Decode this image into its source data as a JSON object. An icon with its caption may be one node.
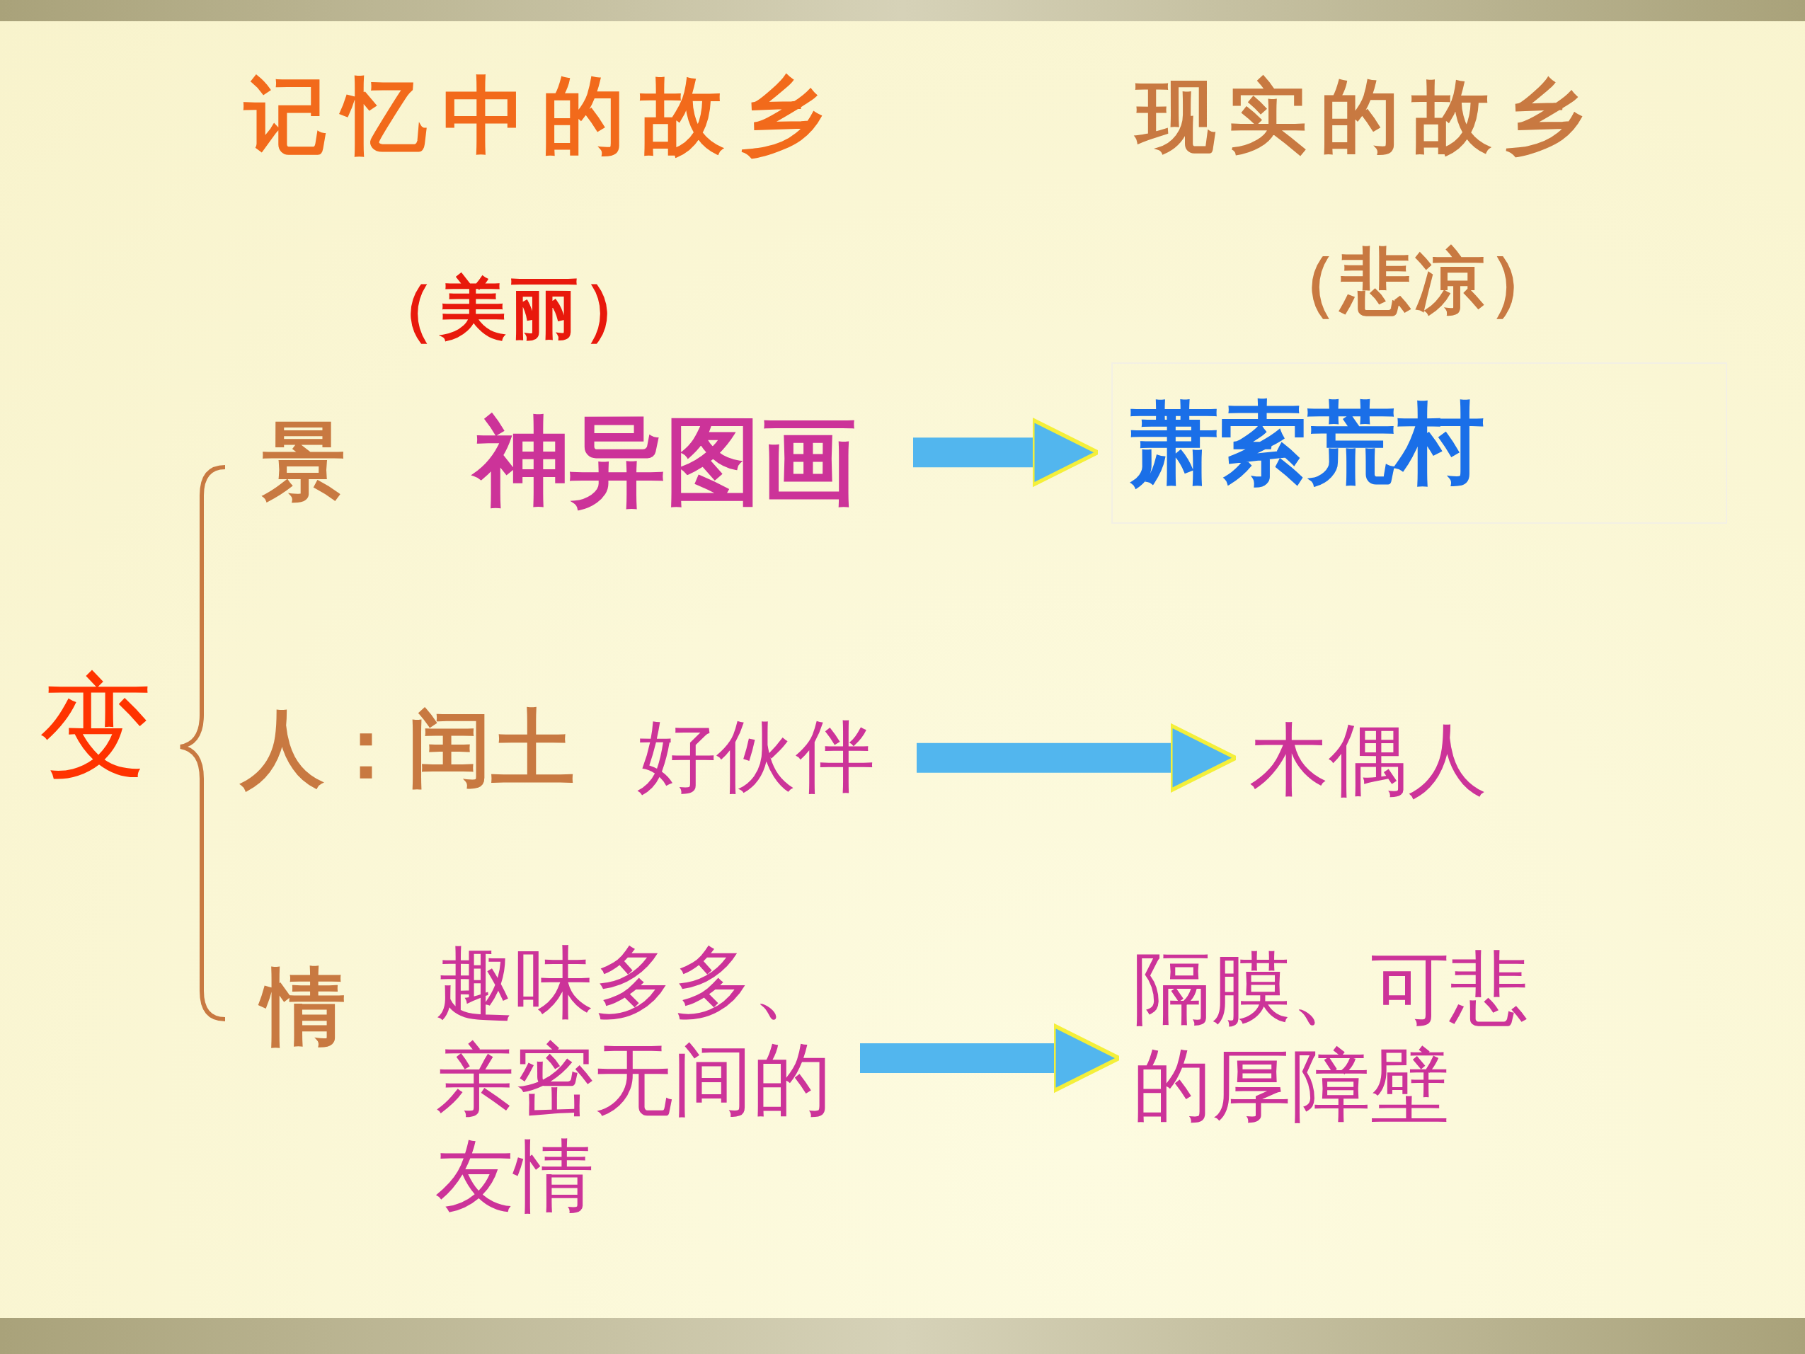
{
  "diagram": {
    "nodes": [
      {
        "text": [
          "神异图画"
        ]
      },
      {
        "text": [
          "萧索荒村"
        ]
      },
      {
        "text": [
          "好伙伴"
        ]
      },
      {
        "text": [
          "木偶人"
        ]
      },
      {
        "text": [
          "趣味多多、亲密无间的友情"
        ]
      },
      {
        "text": [
          "隔膜、可悲的厚障壁"
        ]
      }
    ],
    "edges": [
      {
        "from": 0,
        "to": 1,
        "arrow": "to"
      },
      {
        "from": 2,
        "to": 3,
        "arrow": "to"
      },
      {
        "from": 4,
        "to": 5,
        "arrow": "to"
      }
    ],
    "labels": [
      "记忆中的故乡",
      "现实的故乡",
      "（美丽）",
      "（悲凉）",
      "景",
      "变",
      "人：闰土",
      "情"
    ]
  }
}
